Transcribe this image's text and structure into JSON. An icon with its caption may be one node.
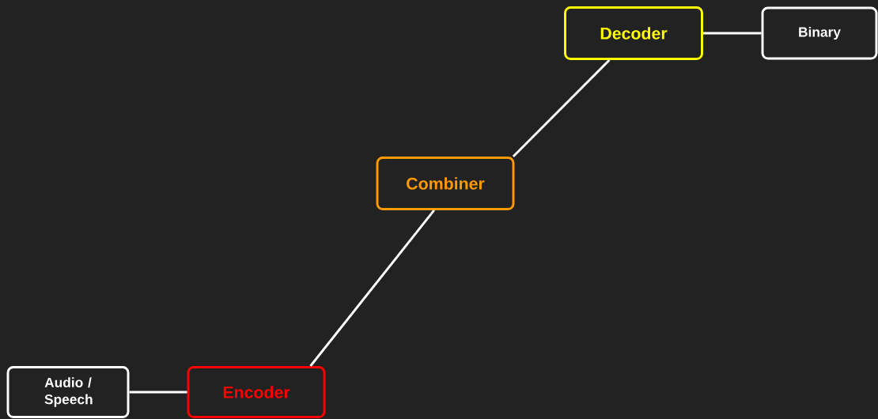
{
  "diagram": {
    "nodes": [
      {
        "text": [
          "Audio / Speech"
        ]
      },
      {
        "text": [
          "Encoder"
        ]
      },
      {
        "text": [
          "Combiner"
        ]
      },
      {
        "text": [
          "Decoder"
        ]
      },
      {
        "text": [
          "Binary"
        ]
      }
    ],
    "edges": [
      {
        "from": 0,
        "to": 1,
        "arrow": "none"
      },
      {
        "from": 1,
        "to": 2,
        "arrow": "none"
      },
      {
        "from": 2,
        "to": 3,
        "arrow": "none"
      },
      {
        "from": 3,
        "to": 4,
        "arrow": "none"
      }
    ]
  }
}
